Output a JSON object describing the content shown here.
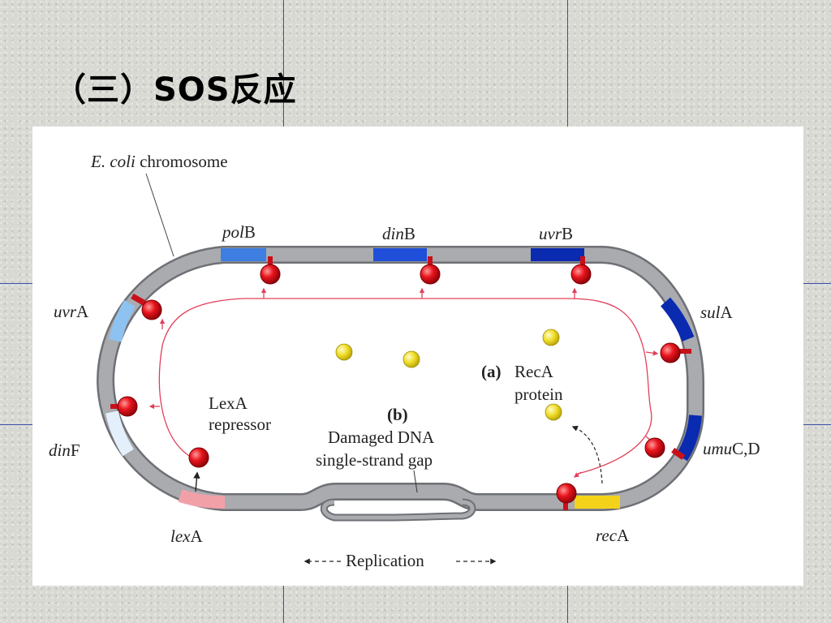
{
  "slide": {
    "title": "（三）SOS反应"
  },
  "diagram": {
    "chromosome_label": {
      "italic": "E. coli",
      "rest": " chromosome"
    },
    "genes": [
      {
        "id": "polB",
        "italic": "pol",
        "rest": "B",
        "color": "#3d7ee0"
      },
      {
        "id": "dinB",
        "italic": "din",
        "rest": "B",
        "color": "#1f4fd8"
      },
      {
        "id": "uvrB",
        "italic": "uvr",
        "rest": "B",
        "color": "#0a2bb0"
      },
      {
        "id": "uvrA",
        "italic": "uvr",
        "rest": "A",
        "color": "#8ec2f0"
      },
      {
        "id": "sulA",
        "italic": "sul",
        "rest": "A",
        "color": "#0a2bb0"
      },
      {
        "id": "dinF",
        "italic": "din",
        "rest": "F",
        "color": "#e3f0fb"
      },
      {
        "id": "umuCD",
        "italic": "umu",
        "rest": "C,D",
        "color": "#0a2bb0"
      },
      {
        "id": "lexA",
        "italic": "lex",
        "rest": "A",
        "color": "#f2a0a8"
      },
      {
        "id": "recA",
        "italic": "rec",
        "rest": "A",
        "color": "#f5d21a"
      }
    ],
    "lexa_label": [
      "LexA",
      "repressor"
    ],
    "reca_label": {
      "letter": "(a)",
      "line1": "RecA",
      "line2": "protein"
    },
    "damage_label": {
      "letter": "(b)",
      "line1": "Damaged DNA",
      "line2": "single-strand gap"
    },
    "replication_label": "Replication"
  },
  "colors": {
    "chromosome": "#a9abaf",
    "repressor": "#e8141c",
    "reca_protein": "#f0de28",
    "pathway": "#e0405a"
  }
}
